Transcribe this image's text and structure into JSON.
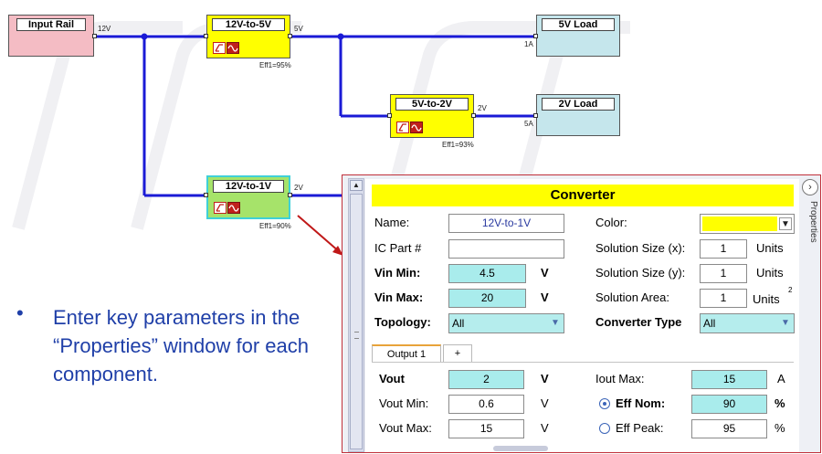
{
  "blocks": {
    "input_rail": {
      "title": "Input Rail",
      "out_voltage": "12V"
    },
    "conv_12_5": {
      "title": "12V-to-5V",
      "out_voltage": "5V",
      "eff": "Eff1=95%"
    },
    "conv_5_2": {
      "title": "5V-to-2V",
      "out_voltage": "2V",
      "eff": "Eff1=93%"
    },
    "conv_12_1": {
      "title": "12V-to-1V",
      "out_voltage": "2V",
      "eff": "Eff1=90%"
    },
    "load_5v": {
      "title": "5V Load",
      "current": "1A"
    },
    "load_2v": {
      "title": "2V Load",
      "current": "5A"
    }
  },
  "colors": {
    "wire": "#1a1ad6",
    "input_rail_fill": "#f4bcc4",
    "converter_fill": "#ffff00",
    "selected_converter_fill": "#a6e36a",
    "load_fill": "#c5e6ec",
    "annotation_arrow": "#c01818",
    "bullet_text": "#1f3fa8"
  },
  "bullet": {
    "marker": "•",
    "text": "Enter key parameters in the “Properties” window for each component."
  },
  "properties": {
    "header": "Converter",
    "side_tab_label": "Properties",
    "name_label": "Name:",
    "name_value": "12V-to-1V",
    "ic_part_label": "IC Part #",
    "ic_part_value": "",
    "vin_min_label": "Vin Min:",
    "vin_min_value": "4.5",
    "vin_max_label": "Vin Max:",
    "vin_max_value": "20",
    "volt_unit": "V",
    "topology_label": "Topology:",
    "topology_value": "All",
    "color_label": "Color:",
    "color_value": "#ffff00",
    "sol_x_label": "Solution Size (x):",
    "sol_x_value": "1",
    "sol_y_label": "Solution Size (y):",
    "sol_y_value": "1",
    "sol_area_label": "Solution Area:",
    "sol_area_value": "1",
    "units_label": "Units",
    "units_area_sup": "2",
    "conv_type_label": "Converter Type",
    "conv_type_value": "All",
    "tabs": [
      "Output 1",
      "+"
    ],
    "vout_label": "Vout",
    "vout_value": "2",
    "vout_min_label": "Vout Min:",
    "vout_min_value": "0.6",
    "vout_max_label": "Vout Max:",
    "vout_max_value": "15",
    "iout_max_label": "Iout Max:",
    "iout_max_value": "15",
    "amp_unit": "A",
    "eff_nom_label": "Eff Nom:",
    "eff_nom_value": "90",
    "eff_peak_label": "Eff Peak:",
    "eff_peak_value": "95",
    "pct_unit": "%"
  }
}
